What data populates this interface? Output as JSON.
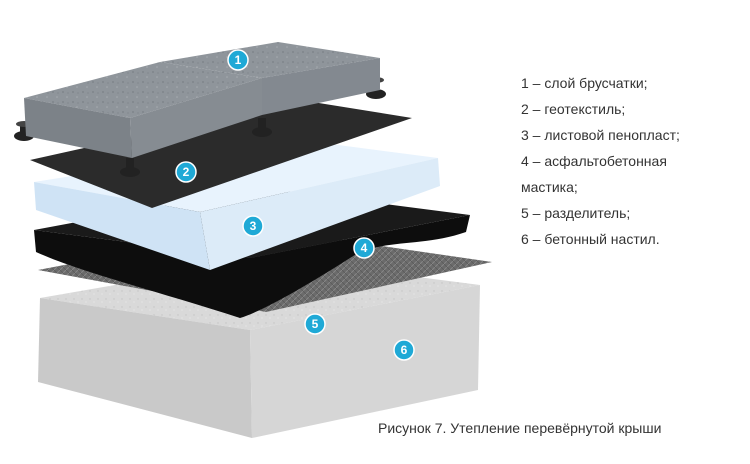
{
  "legend": [
    "1 – слой брусчатки;",
    "2 – геотекстиль;",
    "3 – листовой пенопласт;",
    "4 – асфальтобетонная мастика;",
    "5 – разделитель;",
    "6 – бетонный настил."
  ],
  "caption": "Рисунок 7. Утепление перевёрнутой крыши",
  "badges": [
    "1",
    "2",
    "3",
    "4",
    "5",
    "6"
  ],
  "colors": {
    "badge": "#1fa9d6",
    "paver": "#8e949a",
    "geotextile": "#2a2a2a",
    "foam": "#dcebf8",
    "mastic": "#0d0d0d",
    "separator": "#6a6a6a",
    "concrete": "#dcdcdc"
  }
}
